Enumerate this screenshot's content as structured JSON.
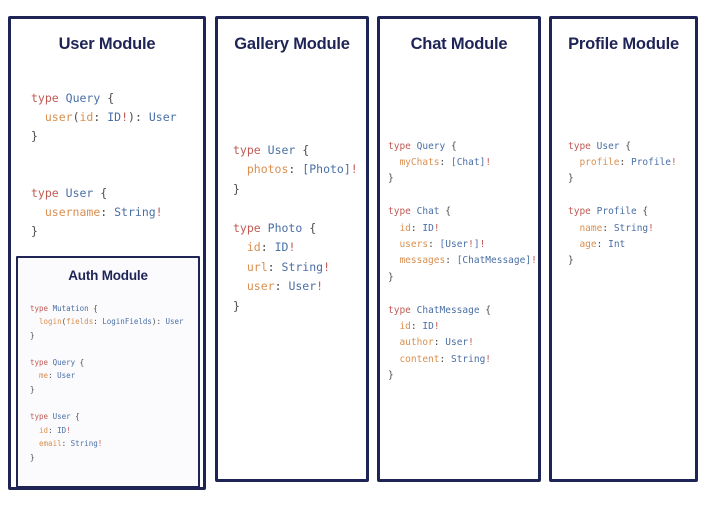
{
  "panels": [
    {
      "id": "user",
      "title": "User Module",
      "code": "type Query {\n  user(id: ID!): User\n}\n\n\ntype User {\n  username: String!\n}",
      "code_lines": [
        "type Query {",
        "  user(id: ID!): User",
        "}",
        "",
        "",
        "type User {",
        "  username: String!",
        "}"
      ],
      "nested": {
        "id": "auth",
        "title": "Auth Module",
        "code": "type Mutation {\n  login(fields: LoginFields): User\n}\n\ntype Query {\n  me: User\n}\n\ntype User {\n  id: ID!\n  email: String!\n}",
        "code_lines": [
          "type Mutation {",
          "  login(fields: LoginFields): User",
          "}",
          "",
          "type Query {",
          "  me: User",
          "}",
          "",
          "type User {",
          "  id: ID!",
          "  email: String!",
          "}"
        ]
      }
    },
    {
      "id": "gallery",
      "title": "Gallery Module",
      "code": "type User {\n  photos: [Photo]!\n}\n\ntype Photo {\n  id: ID!\n  url: String!\n  user: User!\n}",
      "code_lines": [
        "type User {",
        "  photos: [Photo]!",
        "}",
        "",
        "type Photo {",
        "  id: ID!",
        "  url: String!",
        "  user: User!",
        "}"
      ]
    },
    {
      "id": "chat",
      "title": "Chat Module",
      "code": "type Query {\n  myChats: [Chat]!\n}\n\ntype Chat {\n  id: ID!\n  users: [User!]!\n  messages: [ChatMessage]!\n}\n\ntype ChatMessage {\n  id: ID!\n  author: User!\n  content: String!\n}",
      "code_lines": [
        "type Query {",
        "  myChats: [Chat]!",
        "}",
        "",
        "type Chat {",
        "  id: ID!",
        "  users: [User!]!",
        "  messages: [ChatMessage]!",
        "}",
        "",
        "type ChatMessage {",
        "  id: ID!",
        "  author: User!",
        "  content: String!",
        "}"
      ]
    },
    {
      "id": "profile",
      "title": "Profile Module",
      "code": "type User {\n  profile: Profile!\n}\n\ntype Profile {\n  name: String!\n  age: Int\n}",
      "code_lines": [
        "type User {",
        "  profile: Profile!",
        "}",
        "",
        "type Profile {",
        "  name: String!",
        "  age: Int",
        "}"
      ]
    }
  ],
  "colors": {
    "border": "#1f2456",
    "title": "#1f2456",
    "keyword": "#c05b54",
    "type_name": "#4a6fa5",
    "field_name": "#d98f50",
    "punctuation": "#4a4a4a",
    "background": "#ffffff",
    "nested_background": "#fbfbfd"
  }
}
